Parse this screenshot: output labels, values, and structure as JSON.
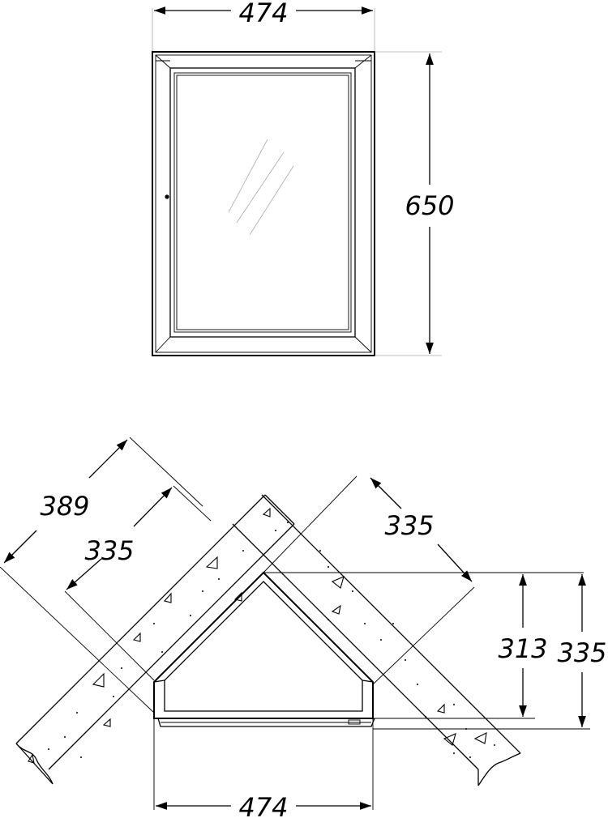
{
  "front_view": {
    "width_label": "474",
    "height_label": "650"
  },
  "top_view": {
    "diagonal_outer_label": "389",
    "diagonal_inner_label": "335",
    "right_diagonal_label": "335",
    "depth_inner_label": "313",
    "depth_outer_label": "335",
    "width_label": "474"
  }
}
